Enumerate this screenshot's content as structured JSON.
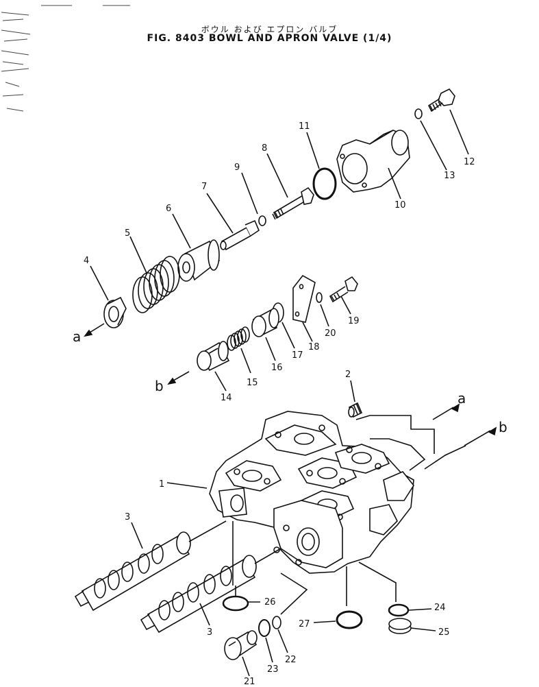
{
  "title": {
    "japanese": "ボウル および エプロン バルブ",
    "english": "FIG. 8403  BOWL AND APRON VALVE (1/4)"
  },
  "parts": [
    "1",
    "2",
    "3",
    "4",
    "5",
    "6",
    "7",
    "8",
    "9",
    "10",
    "11",
    "12",
    "13",
    "14",
    "15",
    "16",
    "17",
    "18",
    "19",
    "20",
    "21",
    "22",
    "23",
    "24",
    "25",
    "26",
    "27"
  ],
  "ports": [
    "a",
    "b"
  ]
}
